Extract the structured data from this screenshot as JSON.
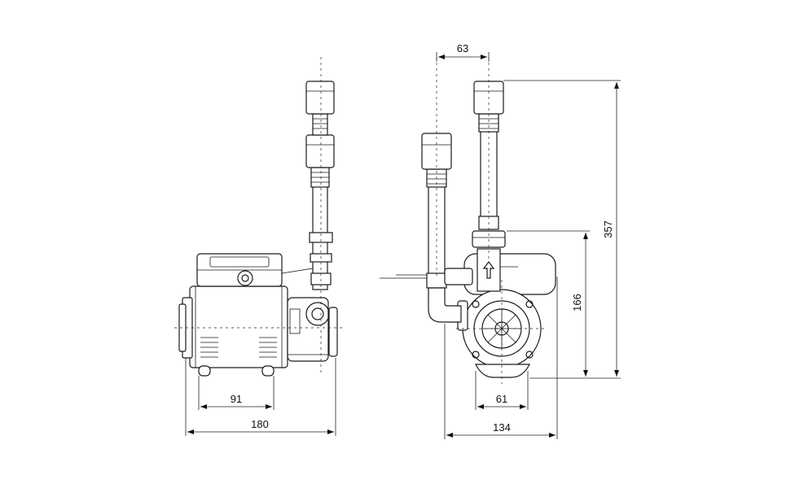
{
  "dimensions": {
    "side_inner_length": "91",
    "side_overall_length": "180",
    "front_port_offset": "63",
    "front_overall_height": "357",
    "front_outlet_height": "166",
    "front_foot_span": "61",
    "front_overall_width": "134"
  }
}
